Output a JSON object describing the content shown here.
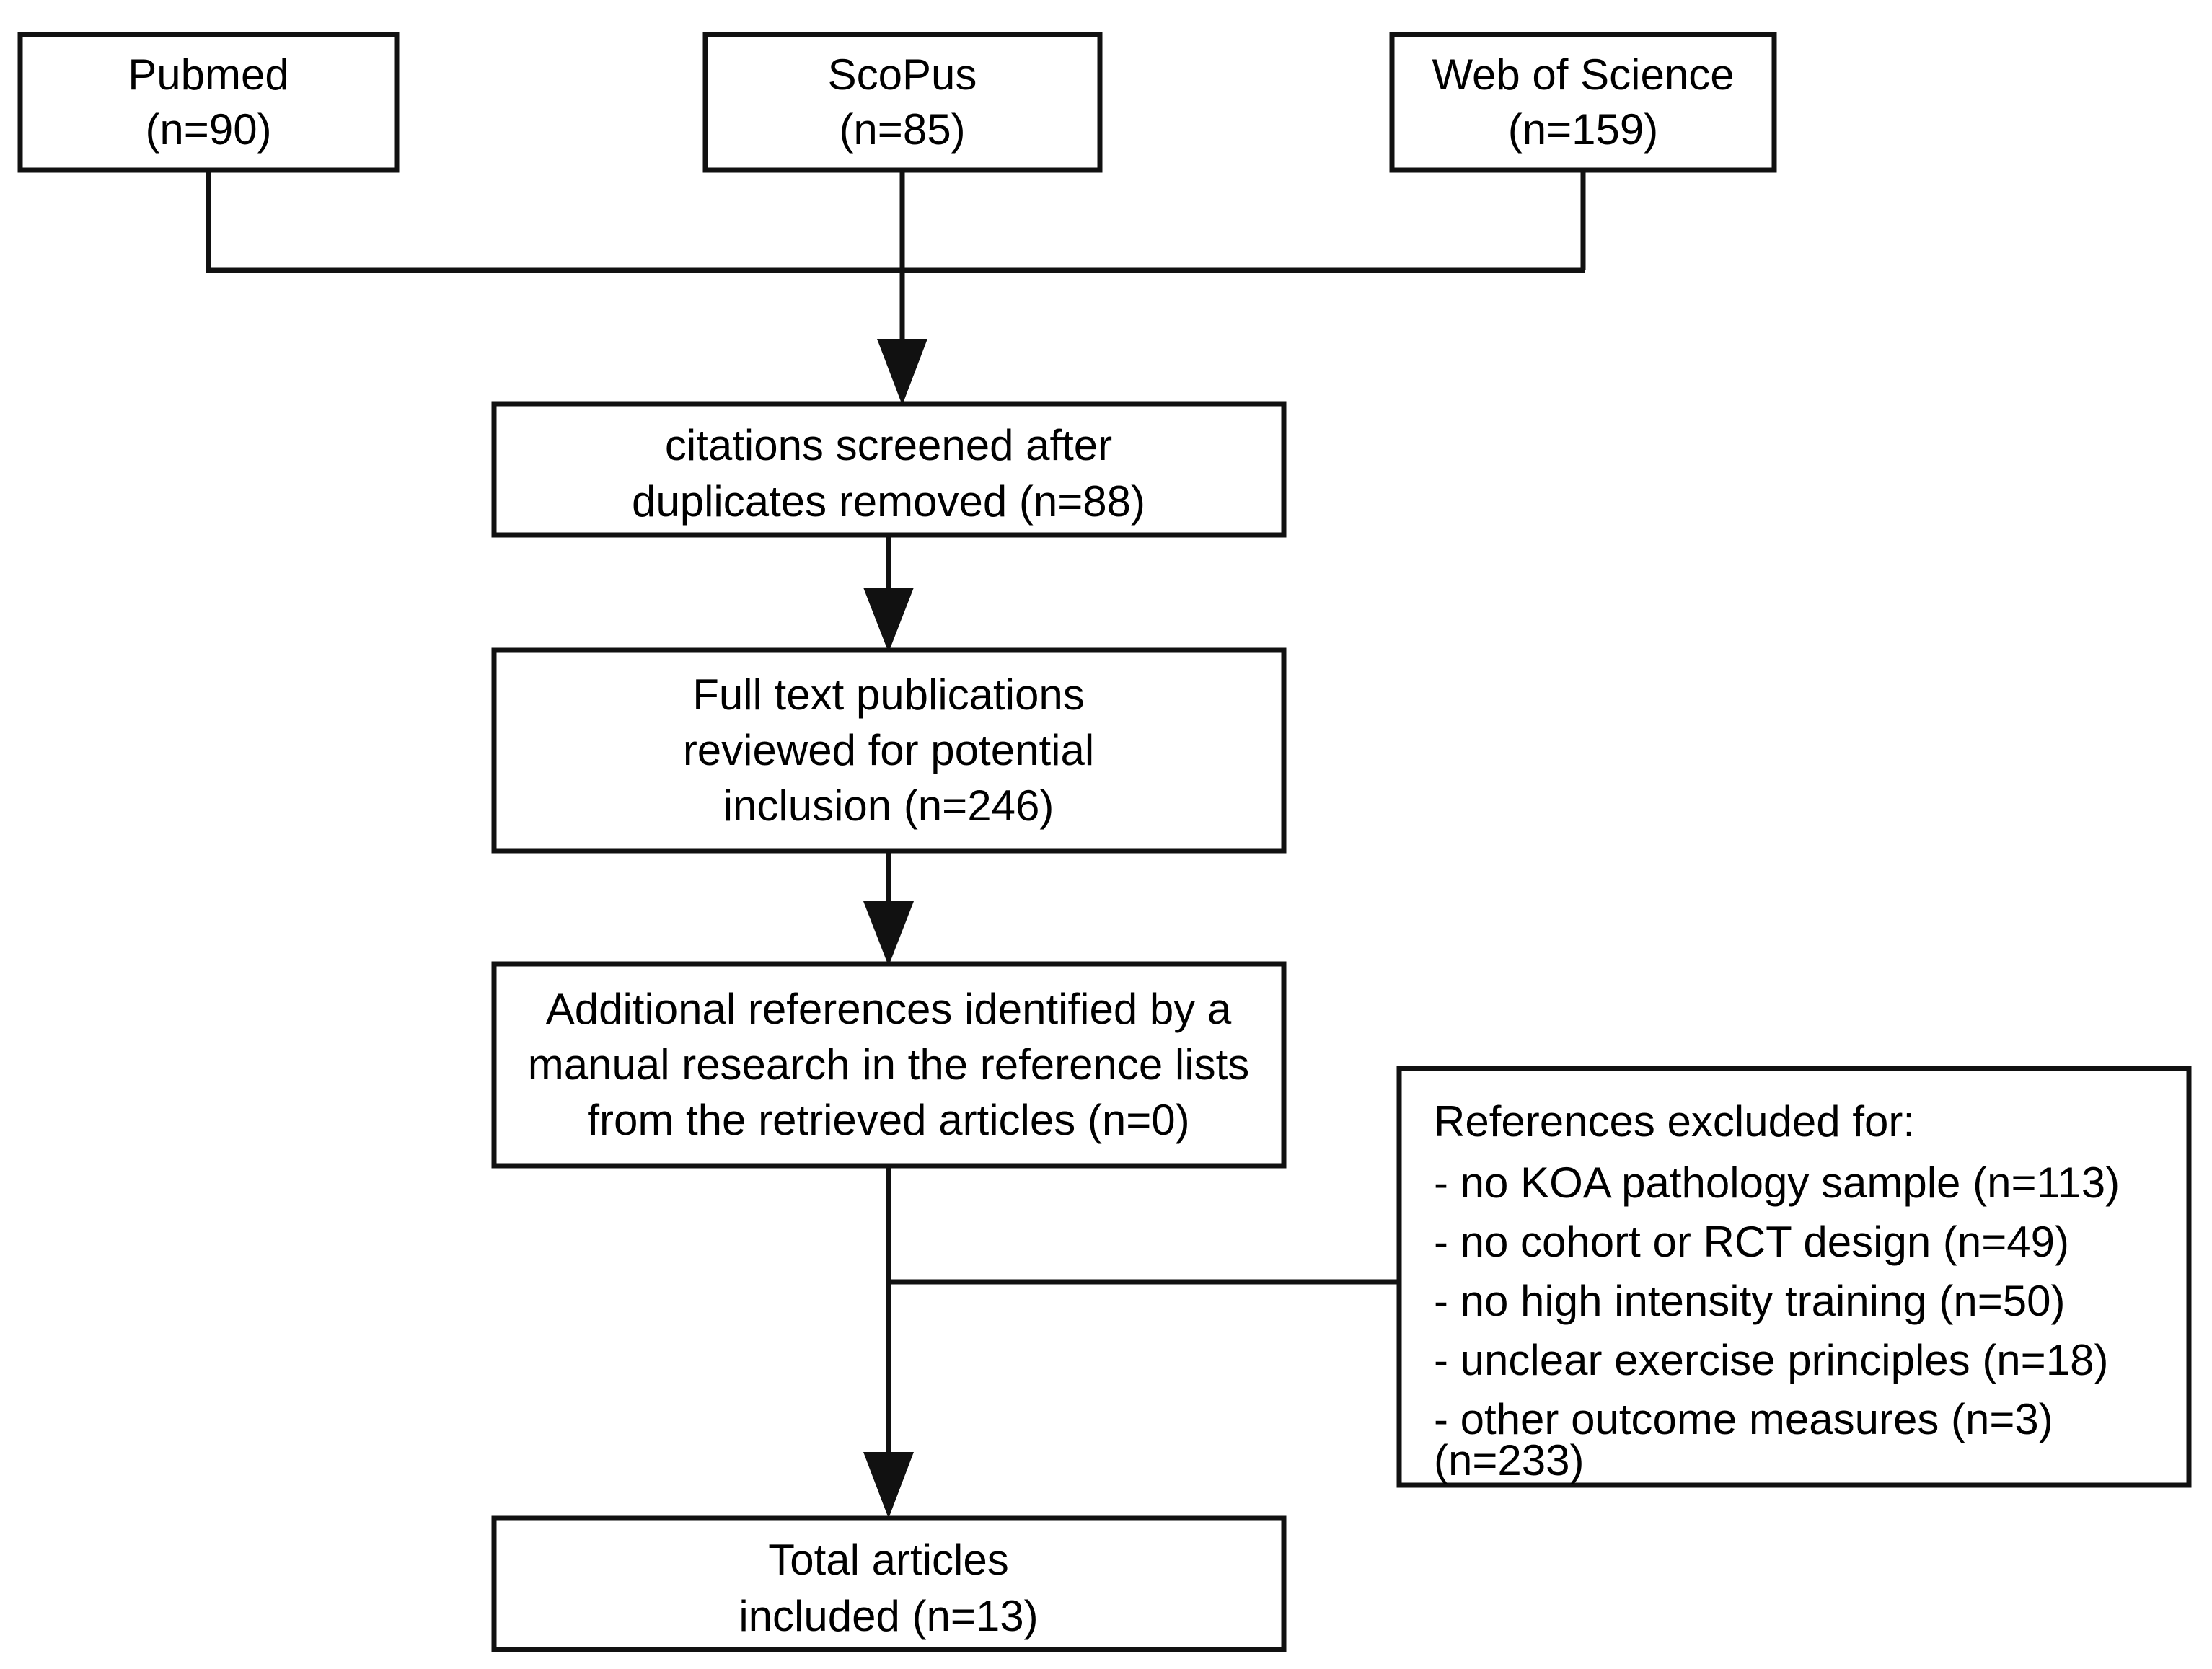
{
  "diagram": {
    "type": "prisma-flow-diagram",
    "background_color": "#ffffff",
    "line_color": "#111111",
    "text_color": "#000000"
  },
  "sources": {
    "pubmed": {
      "name": "Pubmed",
      "count": "(n=90)"
    },
    "scopus": {
      "name": "ScoPus",
      "count": "(n=85)"
    },
    "web_of_science": {
      "name": "Web of Science",
      "count": "(n=159)"
    }
  },
  "stages": {
    "screened": {
      "line1": "citations screened after",
      "line2": "duplicates removed (n=88)"
    },
    "full_text": {
      "line1": "Full text publications",
      "line2": "reviewed for potential",
      "line3": "inclusion (n=246)"
    },
    "additional": {
      "line1": "Additional references identified by a",
      "line2": "manual research in the reference lists",
      "line3": "from the retrieved articles (n=0)"
    },
    "total": {
      "line1": "Total articles",
      "line2": "included (n=13)"
    }
  },
  "excluded": {
    "heading": "References excluded for:",
    "reasons": [
      "- no KOA pathology sample (n=113)",
      "- no cohort or RCT design (n=49)",
      "- no high intensity training (n=50)",
      "- unclear exercise principles (n=18)",
      "- other outcome measures (n=3)"
    ],
    "total": "(n=233)"
  }
}
